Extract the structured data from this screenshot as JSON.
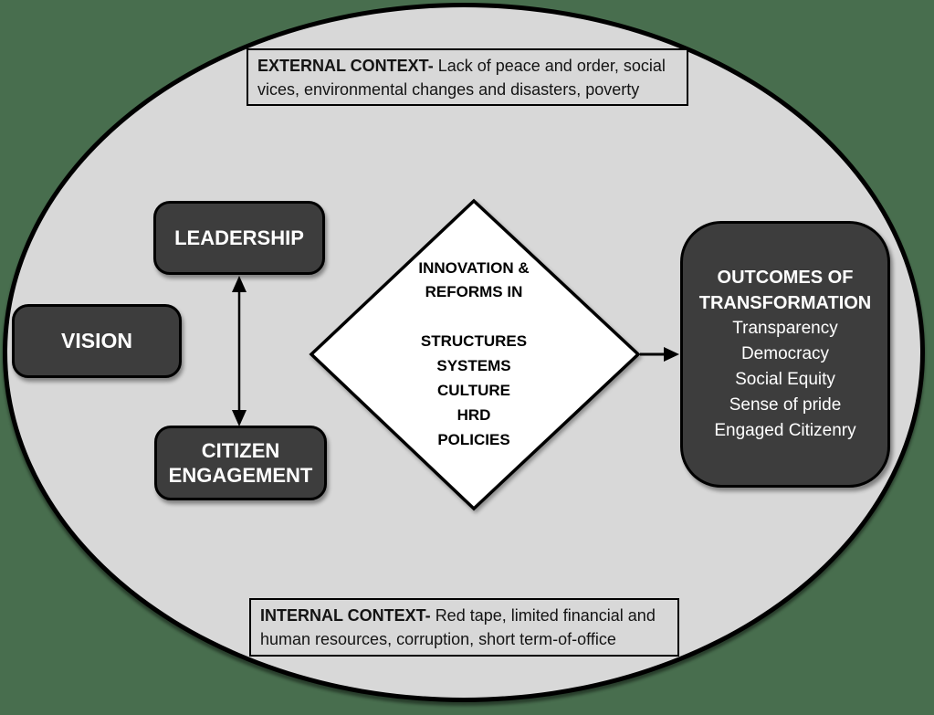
{
  "colors": {
    "background": "#486e4e",
    "ellipse_fill": "#d8d8d8",
    "dark_box_fill": "#3d3d3d",
    "dark_box_text": "#ffffff",
    "outline": "#000000",
    "diamond_fill": "#ffffff"
  },
  "external_context": {
    "label": "EXTERNAL CONTEXT-",
    "text": "Lack of peace and order, social vices, environmental changes and disasters, poverty"
  },
  "internal_context": {
    "label": "INTERNAL CONTEXT-",
    "text": "Red tape, limited financial and human resources, corruption,  short term-of-office"
  },
  "vision": {
    "label": "VISION"
  },
  "leadership": {
    "label": "LEADERSHIP"
  },
  "citizen_engagement": {
    "label": "CITIZEN ENGAGEMENT"
  },
  "diamond": {
    "heading": {
      "0": "INNOVATION &",
      "1": "REFORMS IN"
    },
    "items": [
      "STRUCTURES",
      "SYSTEMS",
      "CULTURE",
      "HRD",
      "POLICIES"
    ]
  },
  "outcomes": {
    "title": "OUTCOMES OF TRANSFORMATION",
    "items": [
      "Transparency",
      "Democracy",
      "Social Equity",
      "Sense of pride",
      "Engaged Citizenry"
    ]
  }
}
